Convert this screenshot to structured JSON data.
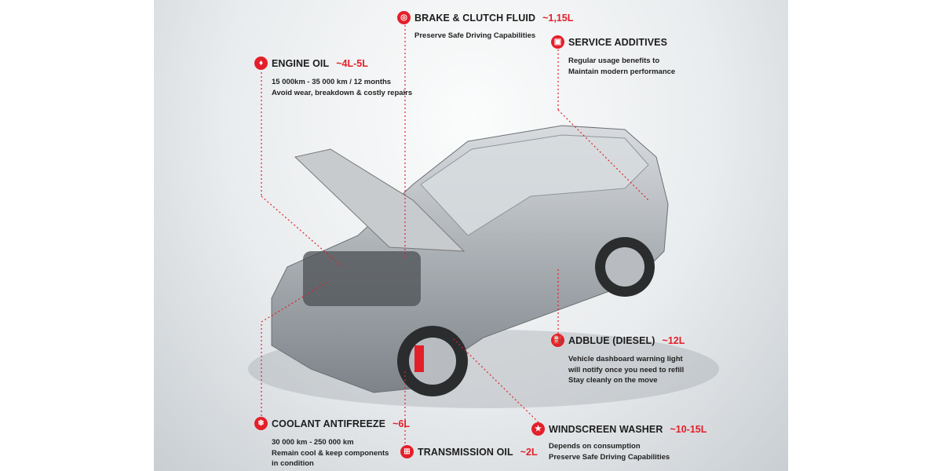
{
  "accent_color": "#e3202a",
  "items": [
    {
      "id": "brake",
      "icon": "brake-disc-icon",
      "title": "BRAKE & CLUTCH FLUID",
      "amount": "~1,15L",
      "lines": [
        "Preserve Safe Driving Capabilities"
      ]
    },
    {
      "id": "additives",
      "icon": "additive-can-icon",
      "title": "SERVICE ADDITIVES",
      "amount": "",
      "lines": [
        "Regular usage benefits to",
        "Maintain modern performance"
      ]
    },
    {
      "id": "engine",
      "icon": "oil-drop-icon",
      "title": "ENGINE OIL",
      "amount": "~4L-5L",
      "lines": [
        "15 000km - 35 000 km / 12 months",
        "Avoid wear, breakdown & costly repairs"
      ]
    },
    {
      "id": "adblue",
      "icon": "fuel-pump-icon",
      "title": "ADBLUE (DIESEL)",
      "amount": "~12L",
      "lines": [
        "Vehicle dashboard warning light",
        "will notify once you need to refill",
        "Stay cleanly on the move"
      ]
    },
    {
      "id": "coolant",
      "icon": "snowflake-icon",
      "title": "COOLANT ANTIFREEZE",
      "amount": "~6L",
      "lines": [
        "30 000 km - 250 000 km",
        "Remain cool & keep components",
        "in condition"
      ]
    },
    {
      "id": "transmission",
      "icon": "gearbox-icon",
      "title": "TRANSMISSION OIL",
      "amount": "~2L",
      "lines": []
    },
    {
      "id": "washer",
      "icon": "washer-star-icon",
      "title": "WINDSCREEN WASHER",
      "amount": "~10-15L",
      "lines": [
        "Depends on consumption",
        "Preserve Safe Driving Capabilities"
      ]
    }
  ]
}
